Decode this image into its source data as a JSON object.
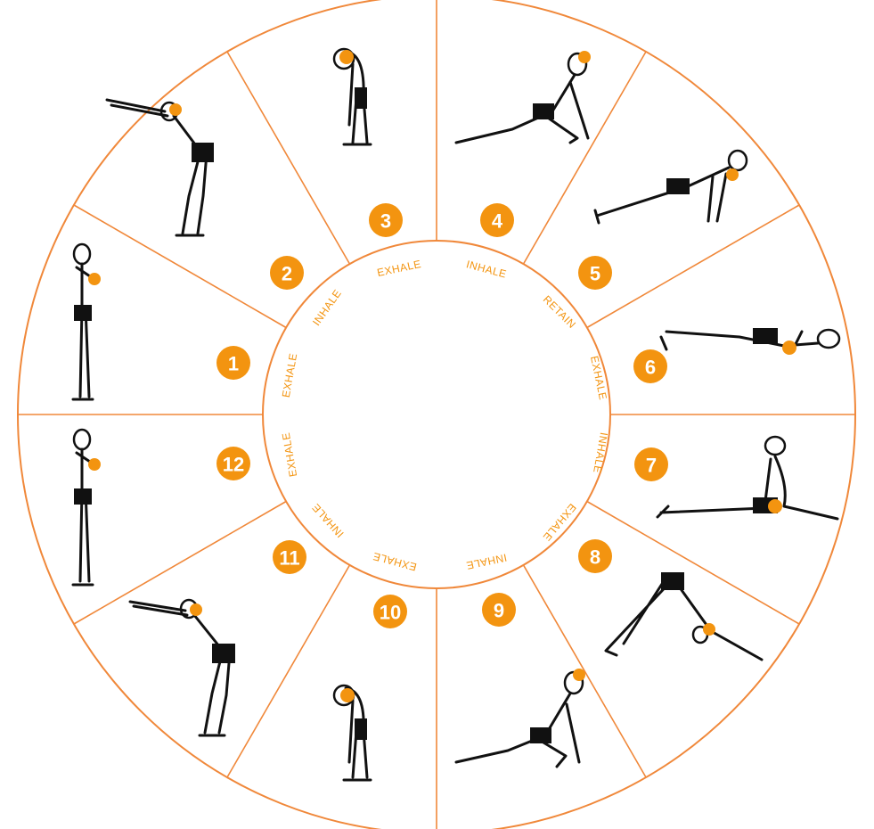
{
  "accent": "#f39410",
  "line_color": "#f0883a",
  "poses": [
    {
      "step": "1",
      "breath": "EXHALE"
    },
    {
      "step": "2",
      "breath": "INHALE"
    },
    {
      "step": "3",
      "breath": "EXHALE"
    },
    {
      "step": "4",
      "breath": "INHALE"
    },
    {
      "step": "5",
      "breath": "RETAIN"
    },
    {
      "step": "6",
      "breath": "EXHALE"
    },
    {
      "step": "7",
      "breath": "INHALE"
    },
    {
      "step": "8",
      "breath": "EXHALE"
    },
    {
      "step": "9",
      "breath": "INHALE"
    },
    {
      "step": "10",
      "breath": "EXHALE"
    },
    {
      "step": "11",
      "breath": "INHALE"
    },
    {
      "step": "12",
      "breath": "EXHALE"
    }
  ]
}
